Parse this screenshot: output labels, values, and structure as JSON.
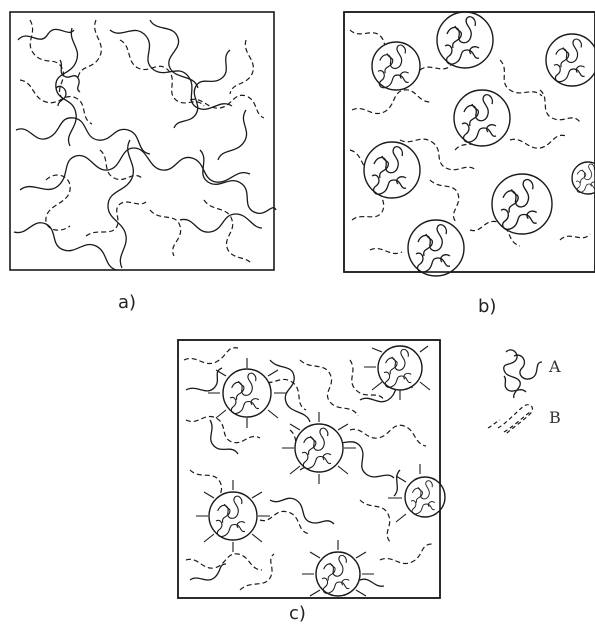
{
  "figure": {
    "panels": [
      {
        "id": "a",
        "label": "a)"
      },
      {
        "id": "b",
        "label": "b)"
      },
      {
        "id": "c",
        "label": "c)"
      }
    ],
    "legend": [
      {
        "key": "A",
        "line_style": "solid",
        "meaning_icon": "coiled-chain-icon"
      },
      {
        "key": "B",
        "line_style": "dashed",
        "meaning_icon": "dashed-chain-icon"
      }
    ],
    "colors": {
      "ink": "#1a1a1a",
      "background": "#ffffff"
    }
  }
}
